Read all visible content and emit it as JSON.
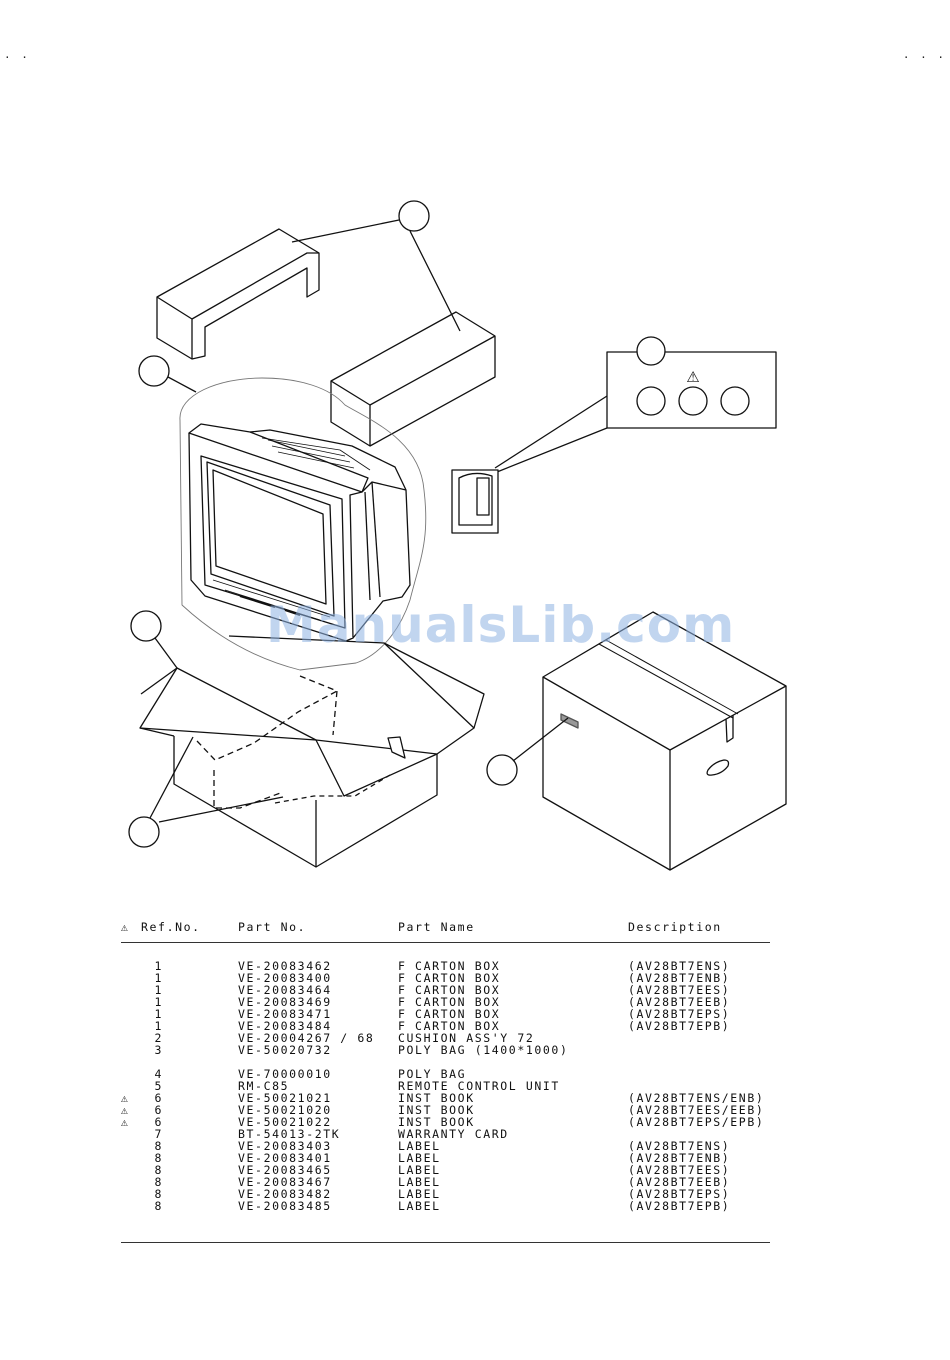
{
  "corners": {
    "left": ". .",
    "right": ". . ."
  },
  "watermark": "ManualsLib.com",
  "diagram": {
    "warning_symbol": "⚠"
  },
  "table": {
    "headers": {
      "warn": "⚠",
      "ref": "Ref.No.",
      "part": "Part No.",
      "name": "Part Name",
      "desc": "Description"
    },
    "rows": [
      {
        "warn": "",
        "ref": "1",
        "part": "VE-20083462",
        "name": "F CARTON BOX",
        "desc": "(AV28BT7ENS)"
      },
      {
        "warn": "",
        "ref": "1",
        "part": "VE-20083400",
        "name": "F CARTON BOX",
        "desc": "(AV28BT7ENB)"
      },
      {
        "warn": "",
        "ref": "1",
        "part": "VE-20083464",
        "name": "F CARTON BOX",
        "desc": "(AV28BT7EES)"
      },
      {
        "warn": "",
        "ref": "1",
        "part": "VE-20083469",
        "name": "F CARTON BOX",
        "desc": "(AV28BT7EEB)"
      },
      {
        "warn": "",
        "ref": "1",
        "part": "VE-20083471",
        "name": "F CARTON BOX",
        "desc": "(AV28BT7EPS)"
      },
      {
        "warn": "",
        "ref": "1",
        "part": "VE-20083484",
        "name": "F CARTON BOX",
        "desc": "(AV28BT7EPB)"
      },
      {
        "warn": "",
        "ref": "2",
        "part": "VE-20004267 / 68",
        "name": "CUSHION ASS'Y 72",
        "desc": ""
      },
      {
        "warn": "",
        "ref": "3",
        "part": "VE-50020732",
        "name": "POLY BAG (1400*1000)",
        "desc": ""
      },
      {
        "warn": "",
        "ref": "4",
        "part": "VE-70000010",
        "name": "POLY BAG",
        "desc": ""
      },
      {
        "warn": "",
        "ref": "5",
        "part": "RM-C85",
        "name": "REMOTE CONTROL UNIT",
        "desc": ""
      },
      {
        "warn": "⚠",
        "ref": "6",
        "part": "VE-50021021",
        "name": "INST BOOK",
        "desc": "(AV28BT7ENS/ENB)"
      },
      {
        "warn": "⚠",
        "ref": "6",
        "part": "VE-50021020",
        "name": "INST BOOK",
        "desc": "(AV28BT7EES/EEB)"
      },
      {
        "warn": "⚠",
        "ref": "6",
        "part": "VE-50021022",
        "name": "INST BOOK",
        "desc": "(AV28BT7EPS/EPB)"
      },
      {
        "warn": "",
        "ref": "7",
        "part": "BT-54013-2TK",
        "name": "WARRANTY CARD",
        "desc": ""
      },
      {
        "warn": "",
        "ref": "8",
        "part": "VE-20083403",
        "name": "LABEL",
        "desc": "(AV28BT7ENS)"
      },
      {
        "warn": "",
        "ref": "8",
        "part": "VE-20083401",
        "name": "LABEL",
        "desc": "(AV28BT7ENB)"
      },
      {
        "warn": "",
        "ref": "8",
        "part": "VE-20083465",
        "name": "LABEL",
        "desc": "(AV28BT7EES)"
      },
      {
        "warn": "",
        "ref": "8",
        "part": "VE-20083467",
        "name": "LABEL",
        "desc": "(AV28BT7EEB)"
      },
      {
        "warn": "",
        "ref": "8",
        "part": "VE-20083482",
        "name": "LABEL",
        "desc": "(AV28BT7EPS)"
      },
      {
        "warn": "",
        "ref": "8",
        "part": "VE-20083485",
        "name": "LABEL",
        "desc": "(AV28BT7EPB)"
      }
    ]
  }
}
